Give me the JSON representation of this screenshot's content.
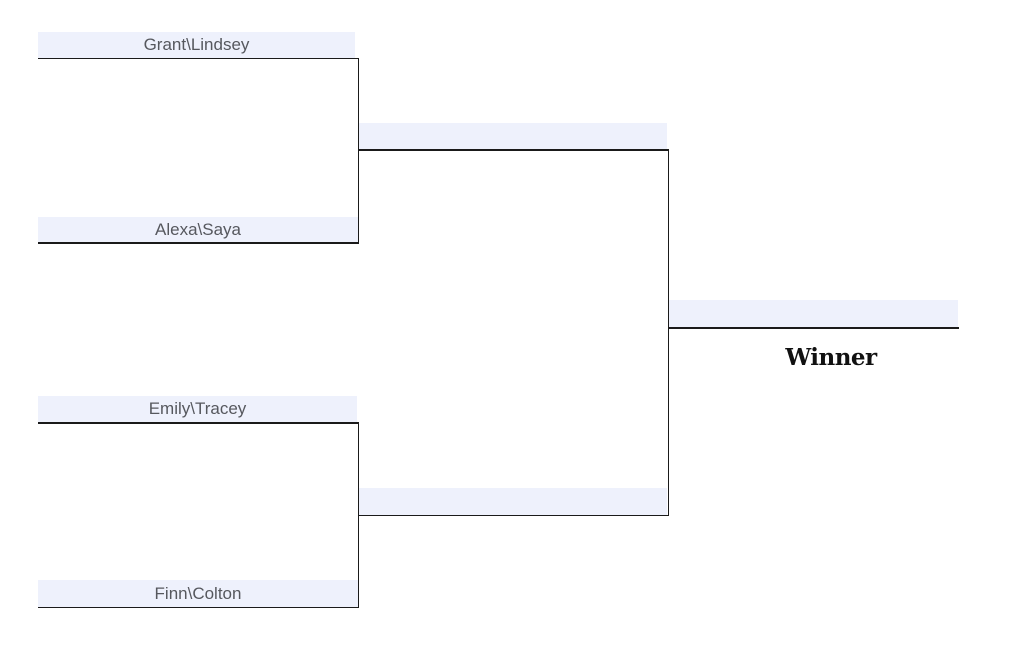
{
  "bracket": {
    "round1": [
      {
        "label": "Grant\\Lindsey"
      },
      {
        "label": "Alexa\\Saya"
      },
      {
        "label": "Emily\\Tracey"
      },
      {
        "label": "Finn\\Colton"
      }
    ],
    "round2": [
      {
        "label": ""
      },
      {
        "label": ""
      }
    ],
    "final": {
      "label": ""
    },
    "winner_label": "Winner"
  },
  "colors": {
    "slot_fill": "#eef1fc",
    "line": "#1a1a1a",
    "slot_text": "#56585e"
  }
}
